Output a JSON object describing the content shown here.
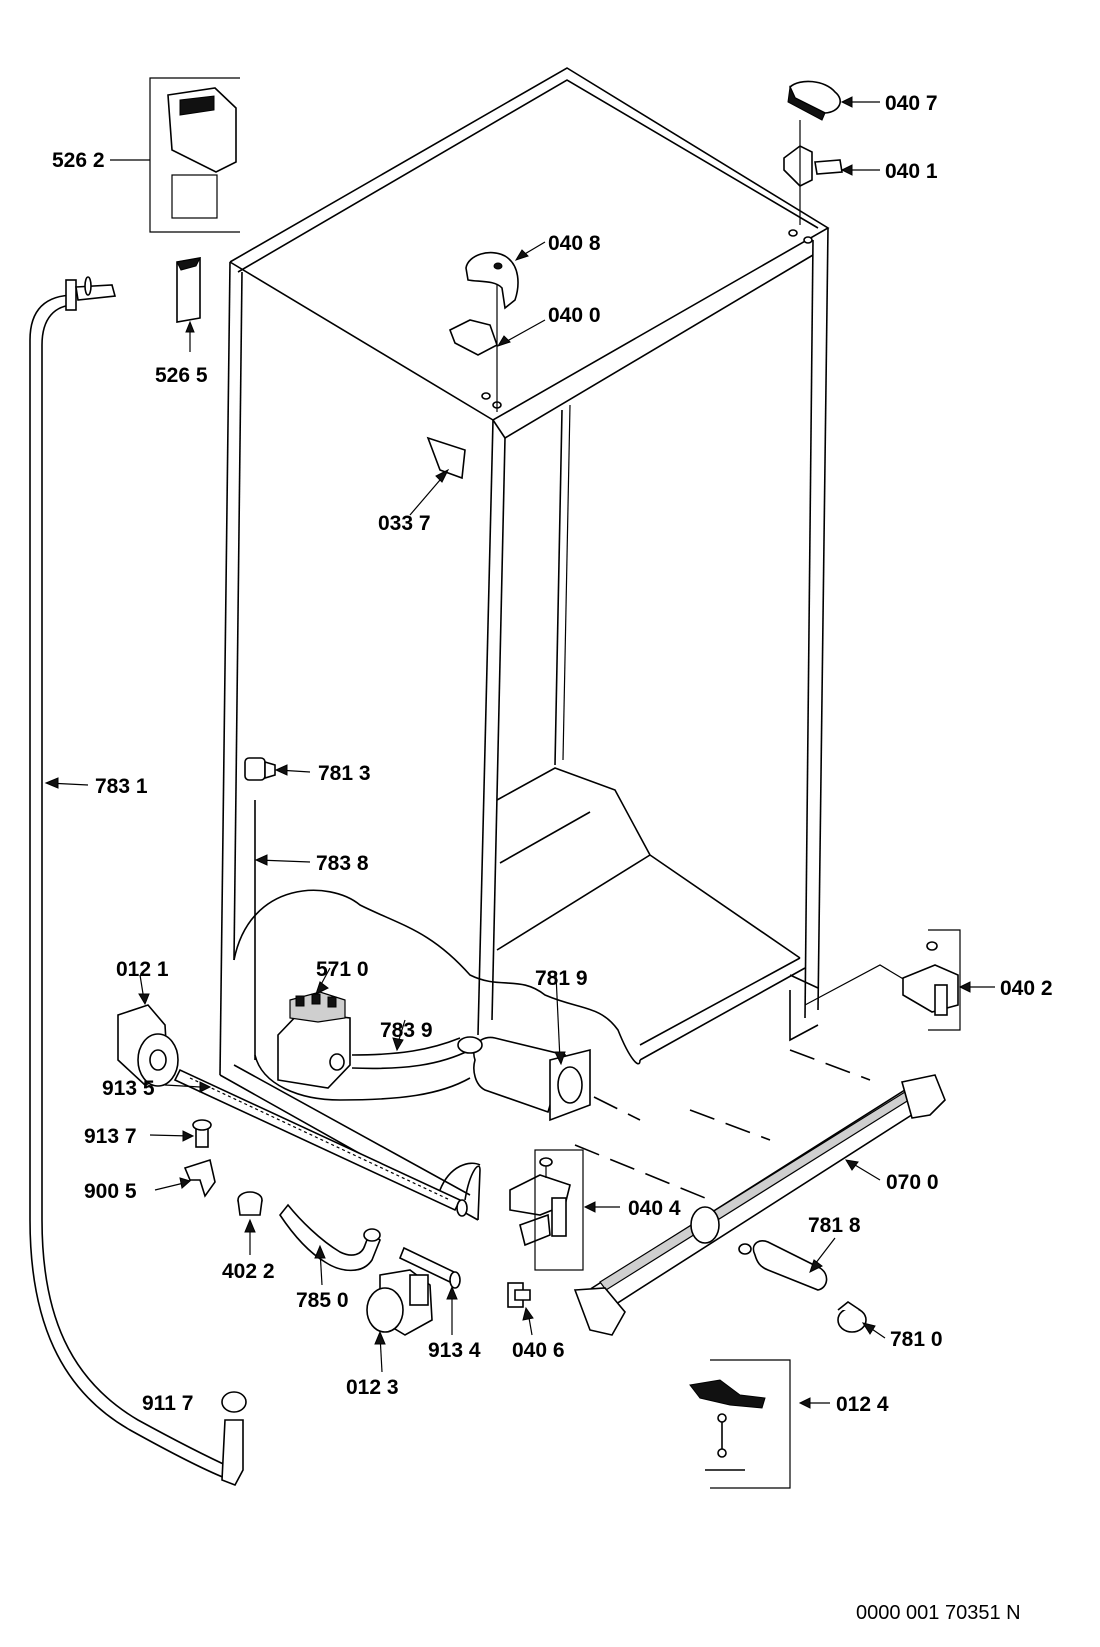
{
  "diagram": {
    "part_labels": {
      "p5262": "526 2",
      "p5265": "526 5",
      "p0407": "040 7",
      "p0401": "040 1",
      "p0408": "040 8",
      "p0400": "040 0",
      "p0337": "033 7",
      "p7831": "783 1",
      "p7813": "781 3",
      "p7838": "783 8",
      "p0121": "012 1",
      "p5710": "571 0",
      "p7839": "783 9",
      "p7819": "781 9",
      "p0402": "040 2",
      "p9135": "913 5",
      "p9137": "913 7",
      "p9005": "900 5",
      "p4022": "402 2",
      "p7850": "785 0",
      "p0404": "040 4",
      "p0700": "070 0",
      "p7818": "781 8",
      "p9134": "913 4",
      "p0406": "040 6",
      "p0123": "012 3",
      "p7810": "781 0",
      "p9117": "911 7",
      "p0124": "012 4"
    },
    "drawing_number": "0000 001 70351 N"
  }
}
